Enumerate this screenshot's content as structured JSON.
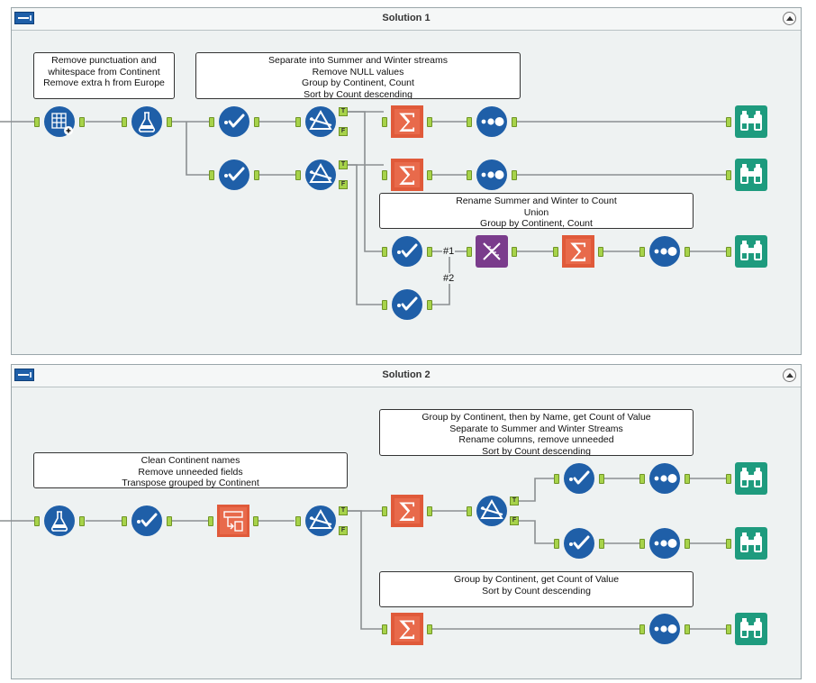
{
  "containers": [
    {
      "title": "Solution 1"
    },
    {
      "title": "Solution 2"
    }
  ],
  "comments": {
    "s1_clean": [
      "Remove punctuation and",
      "whitespace from Continent",
      "Remove extra h from Europe"
    ],
    "s1_separate": [
      "Separate into Summer and Winter streams",
      "Remove NULL values",
      "Group by Continent, Count",
      "Sort by Count descending"
    ],
    "s1_rename": [
      "Rename Summer and Winter to Count",
      "Union",
      "Group by Continent, Count"
    ],
    "s2_clean": [
      "Clean Continent names",
      "Remove unneeded fields",
      "Transpose grouped by Continent"
    ],
    "s2_group_name": [
      "Group by Continent, then by Name, get Count of Value",
      "Separate to Summer and Winter Streams",
      "Rename columns, remove unneeded",
      "Sort by Count descending"
    ],
    "s2_group_count": [
      "Group by Continent, get Count of Value",
      "Sort by Count descending"
    ]
  },
  "wire_labels": {
    "first": "#1",
    "second": "#2"
  },
  "anchor_labels": {
    "true": "T",
    "false": "F"
  },
  "colors": {
    "blue_tool": "#1f5fa8",
    "summarize": "#e05a3a",
    "union": "#7a3c8c",
    "browse": "#1e9b7e",
    "anchor": "#a7d34a",
    "container_bg": "#eef2f2"
  },
  "icons": {
    "data_cleansing": "data-cleansing-icon",
    "formula": "formula-icon",
    "select": "select-icon",
    "filter": "filter-icon",
    "summarize": "summarize-icon",
    "sort": "sort-icon",
    "union": "union-icon",
    "browse": "browse-icon",
    "transpose": "transpose-icon"
  }
}
